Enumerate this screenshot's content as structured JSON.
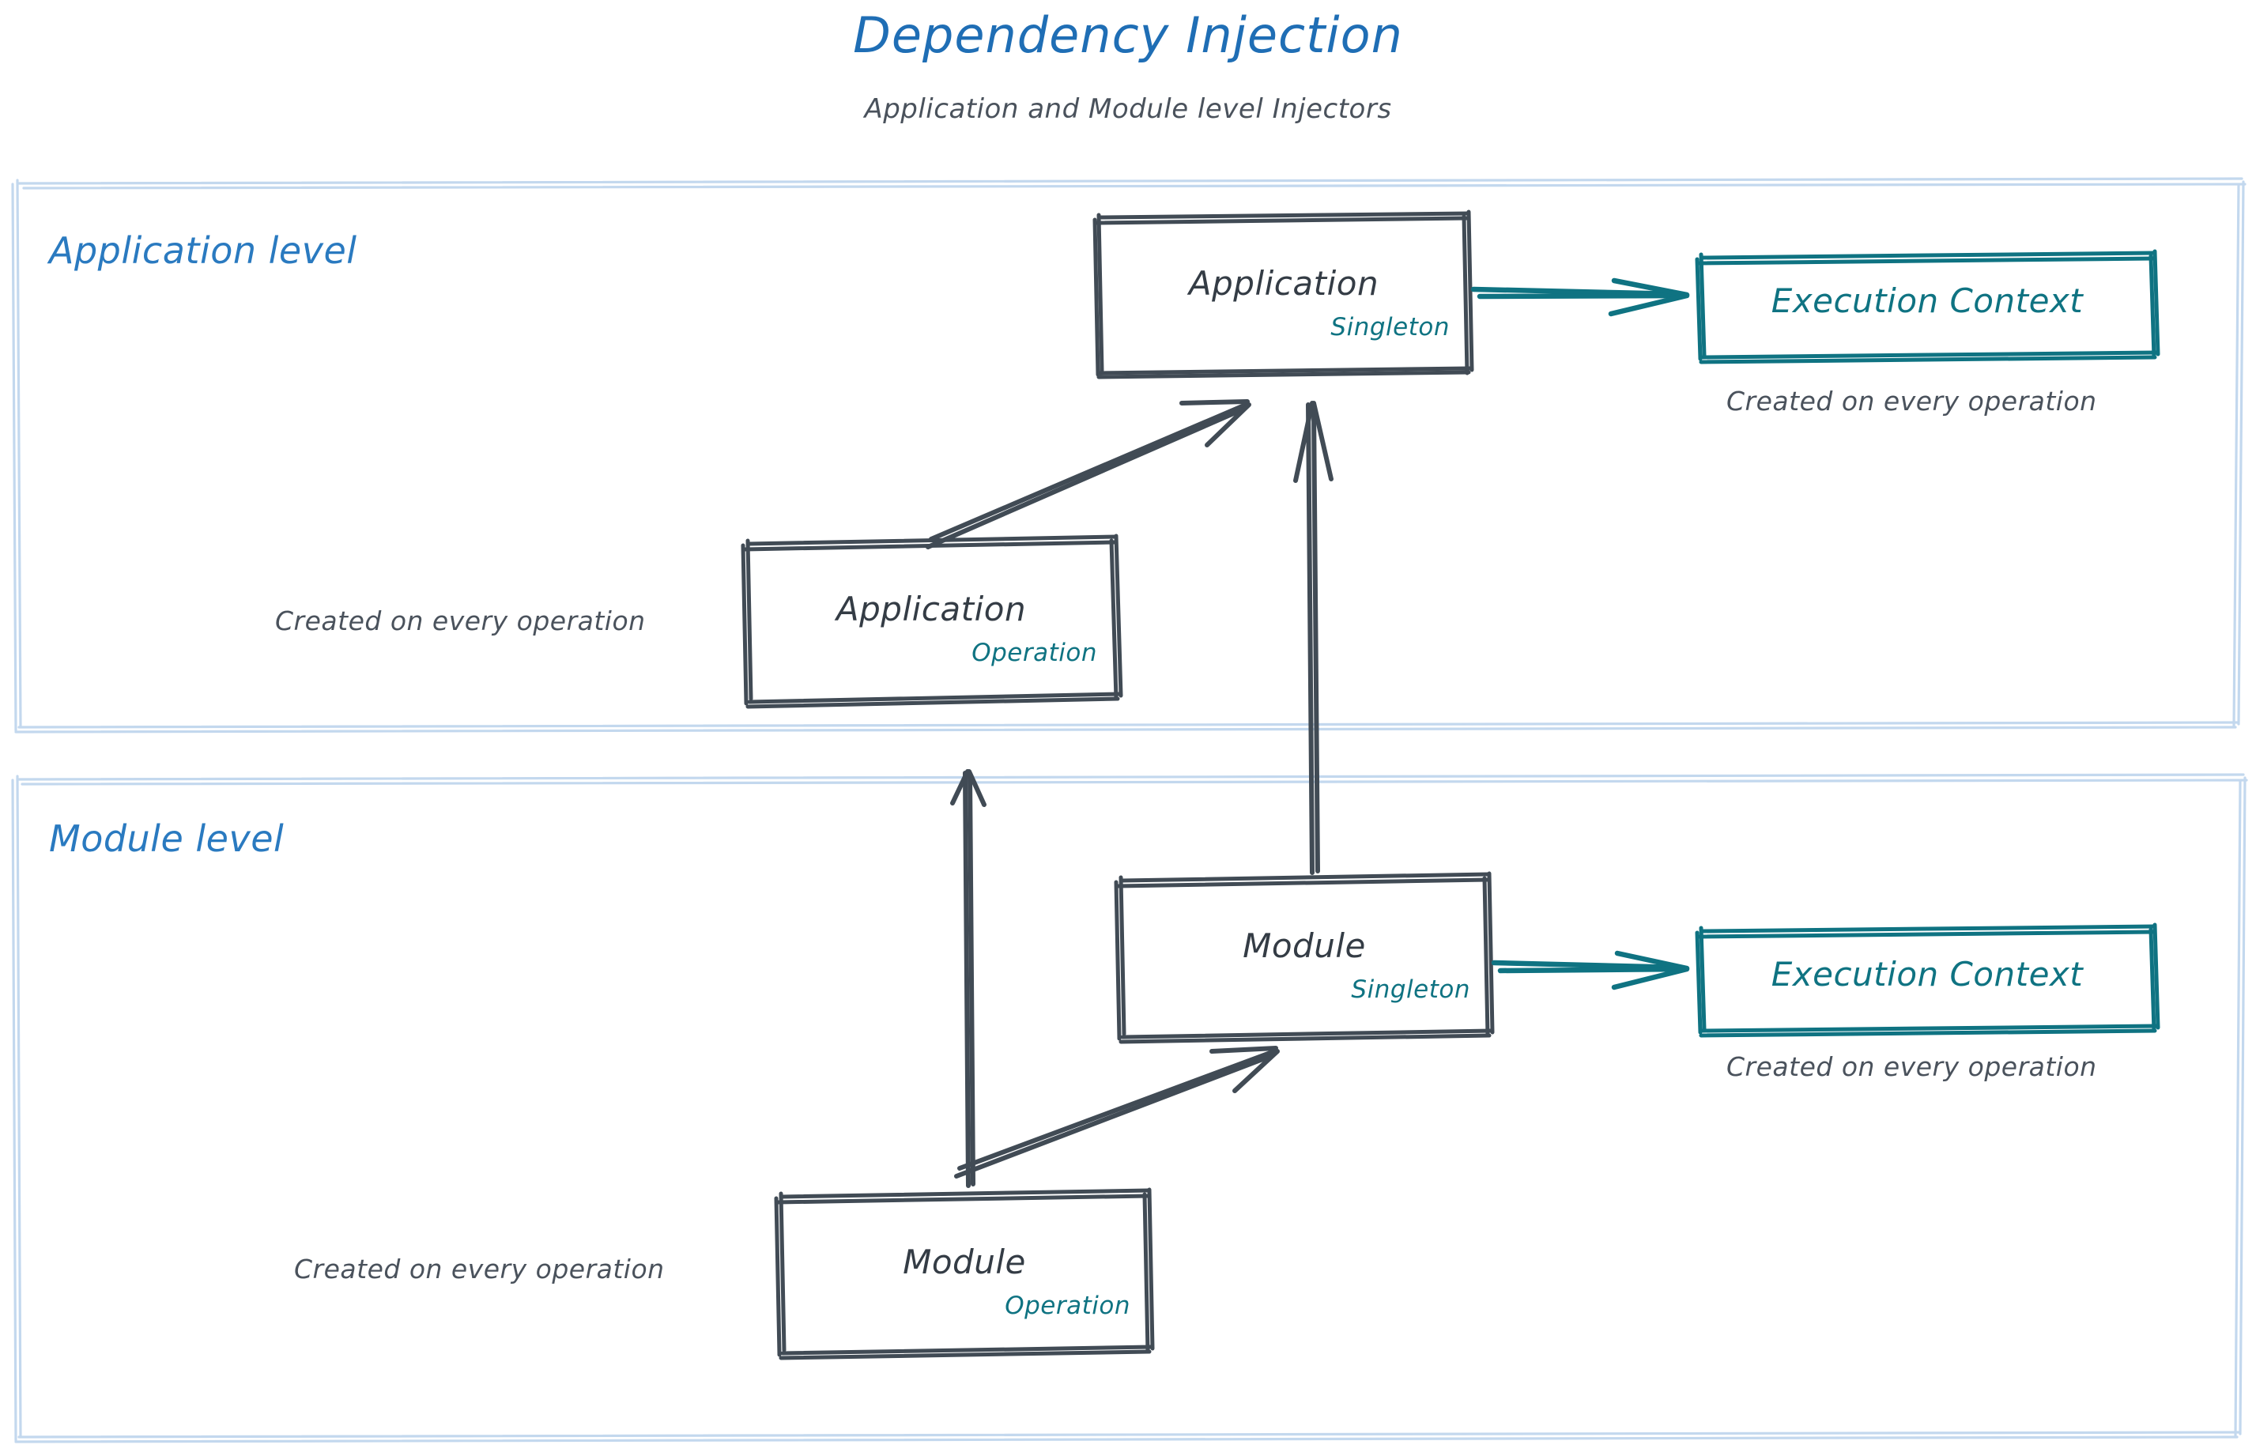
{
  "header": {
    "title": "Dependency Injection",
    "subtitle": "Application and Module level Injectors"
  },
  "colors": {
    "title_blue": "#1f6eb5",
    "section_blue": "#2a7ac0",
    "container_border": "#bcd4ec",
    "node_stroke": "#414b55",
    "teal": "#0f7382",
    "caption_gray": "#4a525c"
  },
  "levels": [
    {
      "id": "application-level",
      "label": "Application level",
      "nodes": [
        {
          "id": "application-singleton",
          "title": "Application",
          "scope": "Singleton"
        },
        {
          "id": "application-operation",
          "title": "Application",
          "scope": "Operation",
          "caption": "Created on every operation"
        },
        {
          "id": "execution-context-application",
          "title": "Execution Context",
          "caption": "Created on every operation"
        }
      ]
    },
    {
      "id": "module-level",
      "label": "Module level",
      "nodes": [
        {
          "id": "module-singleton",
          "title": "Module",
          "scope": "Singleton"
        },
        {
          "id": "module-operation",
          "title": "Module",
          "scope": "Operation",
          "caption": "Created on every operation"
        },
        {
          "id": "execution-context-module",
          "title": "Execution Context",
          "caption": "Created on every operation"
        }
      ]
    }
  ],
  "nodes": {
    "application_singleton": {
      "title": "Application",
      "scope": "Singleton"
    },
    "application_operation": {
      "title": "Application",
      "scope": "Operation",
      "caption": "Created on every operation"
    },
    "module_singleton": {
      "title": "Module",
      "scope": "Singleton"
    },
    "module_operation": {
      "title": "Module",
      "scope": "Operation",
      "caption": "Created on every operation"
    },
    "execution_context_application": {
      "title": "Execution Context",
      "caption": "Created on every operation"
    },
    "execution_context_module": {
      "title": "Execution Context",
      "caption": "Created on every operation"
    }
  },
  "edges": [
    {
      "id": "appop-to-appsingleton",
      "from": "application-operation",
      "to": "application-singleton",
      "color": "#414b55",
      "style": "sketch-arrow"
    },
    {
      "id": "modsingleton-to-appsingleton",
      "from": "module-singleton",
      "to": "application-singleton",
      "color": "#414b55",
      "style": "sketch-arrow"
    },
    {
      "id": "modop-to-appop",
      "from": "module-operation",
      "to": "application-operation",
      "color": "#414b55",
      "style": "sketch-arrow"
    },
    {
      "id": "modop-to-modsingleton",
      "from": "module-operation",
      "to": "module-singleton",
      "color": "#414b55",
      "style": "sketch-arrow"
    },
    {
      "id": "appsingleton-to-ec",
      "from": "application-singleton",
      "to": "execution-context-application",
      "color": "#0f7382",
      "style": "sketch-arrow"
    },
    {
      "id": "modsingleton-to-ec",
      "from": "module-singleton",
      "to": "execution-context-module",
      "color": "#0f7382",
      "style": "sketch-arrow"
    }
  ]
}
